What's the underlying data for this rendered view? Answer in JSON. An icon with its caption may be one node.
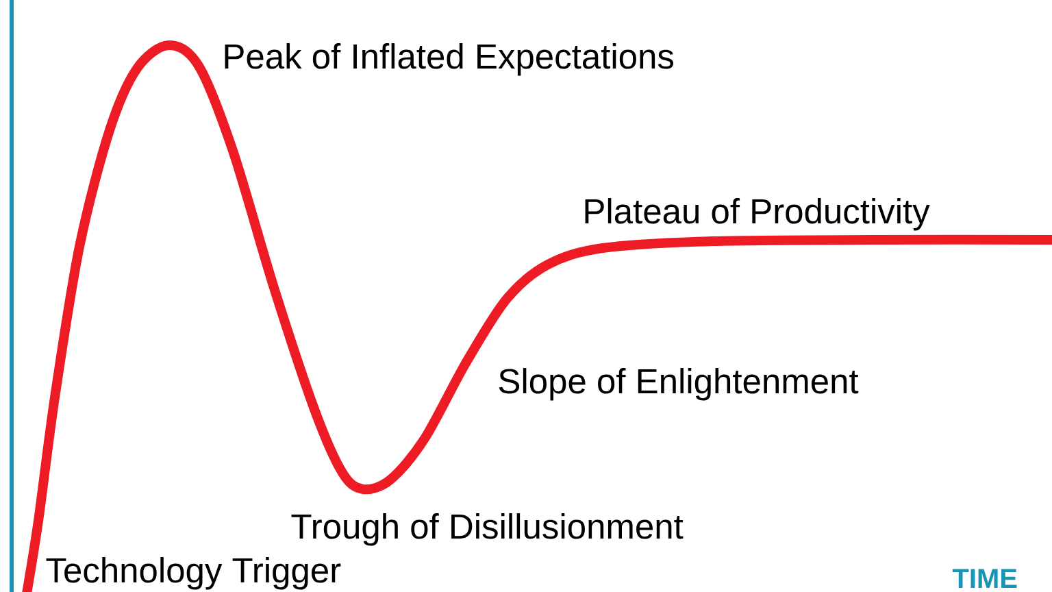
{
  "diagram": {
    "labels": [
      "Peak of Inflated Expectations",
      "Plateau of Productivity",
      "Slope of Enlightenment",
      "Trough of Disillusionment",
      "Technology Trigger",
      "TIME"
    ]
  }
}
